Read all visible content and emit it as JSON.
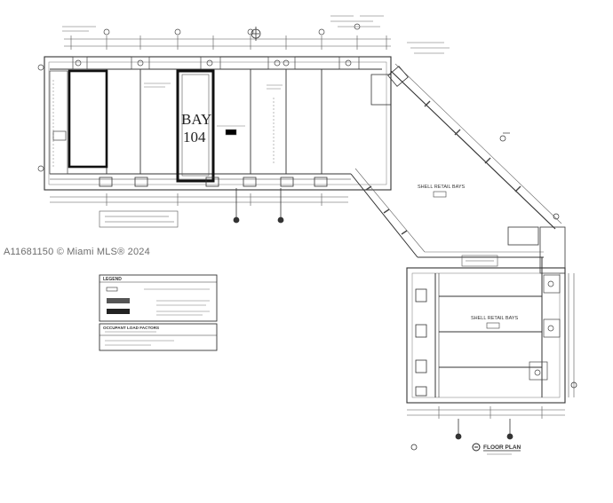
{
  "plan": {
    "bay_highlight_label": "BAY",
    "bay_highlight_number": "104",
    "shell_retail_label_top": "SHELL RETAIL BAYS",
    "shell_retail_label_right": "SHELL RETAIL BAYS",
    "floor_plan_title": "FLOOR PLAN"
  },
  "legend": {
    "title": "LEGEND",
    "occupant_title": "OCCUPANT LOAD FACTORS"
  },
  "watermark": "A11681150 © Miami MLS® 2024"
}
